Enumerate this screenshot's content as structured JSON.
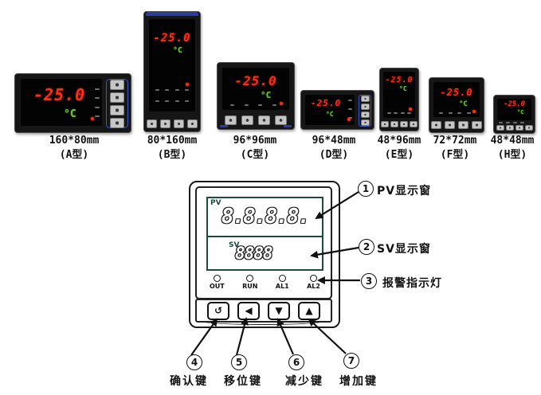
{
  "products": [
    {
      "model": "A",
      "size": "160*80mm",
      "type": "(A型)",
      "pv": "-25.0",
      "unit": "°C"
    },
    {
      "model": "B",
      "size": "80*160mm",
      "type": "(B型)",
      "pv": "-25.0",
      "unit": "°C"
    },
    {
      "model": "C",
      "size": "96*96mm",
      "type": "(C型)",
      "pv": "-25.0",
      "unit": "°C"
    },
    {
      "model": "D",
      "size": "96*48mm",
      "type": "(D型)",
      "pv": "-25.0",
      "unit": "°C"
    },
    {
      "model": "E",
      "size": "48*96mm",
      "type": "(E型)",
      "pv": "-25.0",
      "unit": "°C"
    },
    {
      "model": "F",
      "size": "72*72mm",
      "type": "(F型)",
      "pv": "-25.0",
      "unit": "°C"
    },
    {
      "model": "H",
      "size": "48*48mm",
      "type": "(H型)",
      "pv": "-25.0",
      "unit": "°C"
    }
  ],
  "diagram": {
    "pv_window_label": "PV",
    "sv_window_label": "SV",
    "pv_digits": "8.8.8.8.",
    "sv_digits": "8888",
    "indicators": [
      {
        "label": "OUT"
      },
      {
        "label": "RUN"
      },
      {
        "label": "AL1"
      },
      {
        "label": "AL2"
      }
    ],
    "keys": [
      {
        "name": "confirm",
        "glyph": "↺"
      },
      {
        "name": "shift",
        "glyph": "◀"
      },
      {
        "name": "decrease",
        "glyph": "▼"
      },
      {
        "name": "increase",
        "glyph": "▲"
      }
    ],
    "callouts": [
      {
        "num": "1",
        "label": "PV显示窗"
      },
      {
        "num": "2",
        "label": "SV显示窗"
      },
      {
        "num": "3",
        "label": "报警指示灯"
      },
      {
        "num": "4",
        "label": "确认键"
      },
      {
        "num": "5",
        "label": "移位键"
      },
      {
        "num": "6",
        "label": "减少键"
      },
      {
        "num": "7",
        "label": "增加键"
      }
    ]
  },
  "colors": {
    "digit_red": "#ff2d12",
    "unit_green": "#6fce2e",
    "display_frame_teal": "#1c4a41",
    "accent_blue": "#2a3da0",
    "bezel_black": "#161616"
  }
}
